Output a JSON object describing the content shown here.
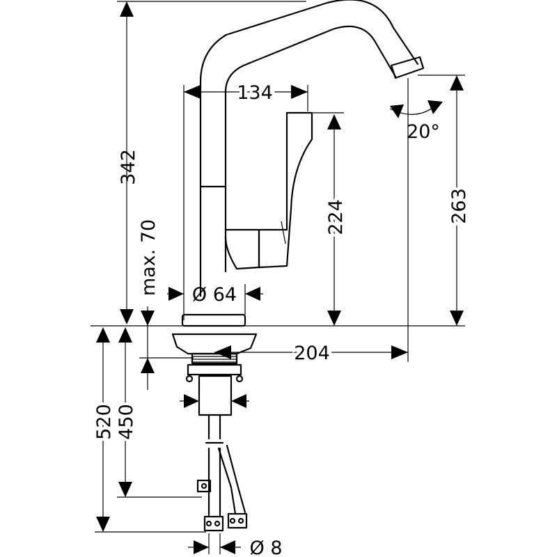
{
  "drawing": {
    "subject": "single-lever kitchen mixer dimension drawing",
    "units": "mm",
    "dimensions": {
      "total_height": "342",
      "spout_reach_top": "134",
      "spout_angle": "20°",
      "outlet_height": "263",
      "lever_height": "224",
      "body_diameter": "Ø 64",
      "max_deck_thickness": "max. 70",
      "spout_projection": "204",
      "hose_length_520": "520",
      "hose_length_450": "450",
      "hose_diameter": "Ø 8"
    }
  }
}
